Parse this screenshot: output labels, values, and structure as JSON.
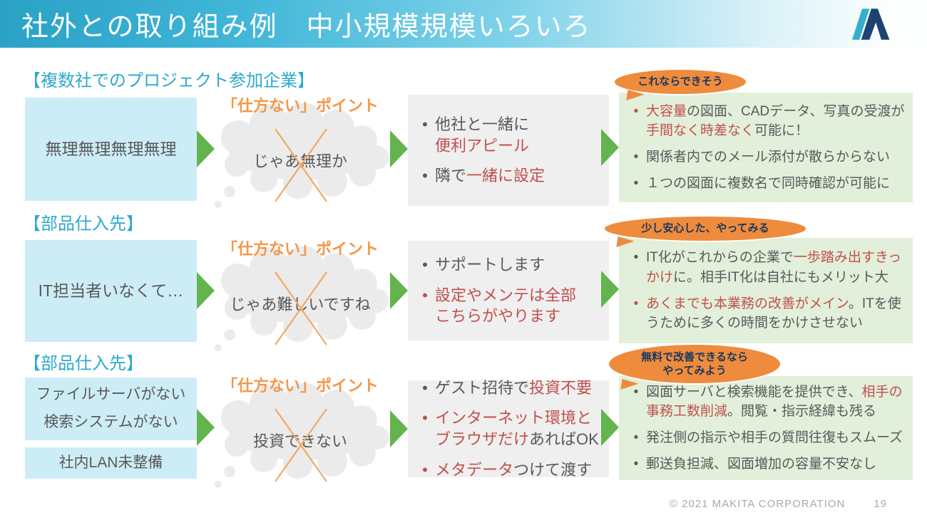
{
  "slide": {
    "title": "社外との取り組み例　中小規模規模いろいろ",
    "footer": {
      "copyright": "© 2021 MAKITA CORPORATION",
      "page_number": "19"
    }
  },
  "common": {
    "sticking_point_label": "「仕方ない」ポイント"
  },
  "colors": {
    "header_teal": "#2AA2C5",
    "heading_teal": "#2DA9CE",
    "blue_box": "#CDEDF6",
    "cloud_gray": "#EBEBEB",
    "gray_box": "#EFEFEF",
    "green_box": "#E2EFDA",
    "arrow_green": "#63B44E",
    "accent_red": "#C0504D",
    "accent_orange": "#EF8B3C",
    "bubble_text_navy": "#17375E",
    "logo_teal": "#35AECD",
    "logo_navy": "#1D4370"
  },
  "rows": [
    {
      "heading": "【複数社でのプロジェクト参加企業】",
      "left_boxes": [
        "無理無理無理無理"
      ],
      "cloud_text": "じゃあ無理か",
      "middle_bullets": [
        {
          "dot": "gray",
          "segments": [
            {
              "text": "他社と一緒に\n",
              "color": "gray"
            },
            {
              "text": "便利アピール",
              "color": "red"
            }
          ]
        },
        {
          "dot": "gray",
          "segments": [
            {
              "text": "隣で",
              "color": "gray"
            },
            {
              "text": "一緒に設定",
              "color": "red"
            }
          ]
        }
      ],
      "bubble": "これならできそう",
      "right_bullets": [
        {
          "dot": "red",
          "segments": [
            {
              "text": "大容量",
              "color": "red"
            },
            {
              "text": "の図面、CADデータ、写真の受渡が",
              "color": "gray"
            },
            {
              "text": "手間なく時差なく",
              "color": "red"
            },
            {
              "text": "可能に！",
              "color": "gray"
            }
          ]
        },
        {
          "dot": "gray",
          "segments": [
            {
              "text": "関係者内でのメール添付が散らからない",
              "color": "gray"
            }
          ]
        },
        {
          "dot": "gray",
          "segments": [
            {
              "text": "１つの図面に複数名で同時確認が可能に",
              "color": "gray"
            }
          ]
        }
      ]
    },
    {
      "heading": "【部品仕入先】",
      "left_boxes": [
        "IT担当者いなくて…"
      ],
      "cloud_text": "じゃあ難しいですね",
      "middle_bullets": [
        {
          "dot": "gray",
          "segments": [
            {
              "text": "サポートします",
              "color": "gray"
            }
          ]
        },
        {
          "dot": "red",
          "segments": [
            {
              "text": "設定やメンテは全部\nこちらがやります",
              "color": "red"
            }
          ]
        }
      ],
      "bubble": "少し安心した、やってみる",
      "right_bullets": [
        {
          "dot": "gray",
          "segments": [
            {
              "text": "IT化がこれからの企業で",
              "color": "gray"
            },
            {
              "text": "一歩踏み出すきっかけ",
              "color": "red"
            },
            {
              "text": "に。相手IT化は自社にもメリット大",
              "color": "gray"
            }
          ]
        },
        {
          "dot": "red",
          "segments": [
            {
              "text": "あくまでも本業務の改善がメイン",
              "color": "red"
            },
            {
              "text": "。ITを使うために多くの時間をかけさせない",
              "color": "gray"
            }
          ]
        }
      ]
    },
    {
      "heading": "【部品仕入先】",
      "left_boxes": [
        "ファイルサーバがない\n検索システムがない",
        "社内LAN未整備"
      ],
      "cloud_text": "投資できない",
      "middle_bullets": [
        {
          "dot": "gray",
          "segments": [
            {
              "text": "ゲスト招待で",
              "color": "gray"
            },
            {
              "text": "投資不要",
              "color": "red"
            }
          ]
        },
        {
          "dot": "red",
          "segments": [
            {
              "text": "インターネット環境と\nブラウザだけ",
              "color": "red"
            },
            {
              "text": "あればOK",
              "color": "gray"
            }
          ]
        },
        {
          "dot": "red",
          "segments": [
            {
              "text": "メタデータ",
              "color": "red"
            },
            {
              "text": "つけて渡す",
              "color": "gray"
            }
          ]
        }
      ],
      "bubble": "無料で改善できるなら\nやってみよう",
      "right_bullets": [
        {
          "dot": "gray",
          "segments": [
            {
              "text": "図面サーバと検索機能を提供でき、",
              "color": "gray"
            },
            {
              "text": "相手の事務工数削減",
              "color": "red"
            },
            {
              "text": "。閲覧・指示経緯も残る",
              "color": "gray"
            }
          ]
        },
        {
          "dot": "gray",
          "segments": [
            {
              "text": "発注側の指示や相手の質問往復もスムーズ",
              "color": "gray"
            }
          ]
        },
        {
          "dot": "gray",
          "segments": [
            {
              "text": "郵送負担減、図面増加の容量不安なし",
              "color": "gray"
            }
          ]
        }
      ]
    }
  ]
}
